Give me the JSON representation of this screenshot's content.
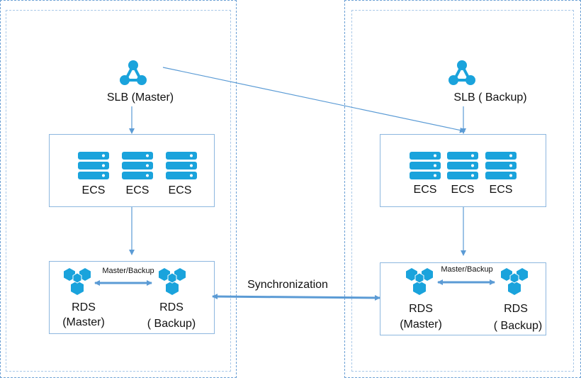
{
  "colors": {
    "accent": "#1aa3dc",
    "arrow": "#5b9bd5",
    "zone_border": "#6a9fd4"
  },
  "left_zone": {
    "slb": {
      "icon": "slb-icon",
      "label": "SLB (Master)"
    },
    "ecs": [
      "ECS",
      "ECS",
      "ECS"
    ],
    "rds_link": "Master/Backup",
    "rds_master": {
      "icon": "rds-icon",
      "line1": "RDS",
      "line2": "(Master)"
    },
    "rds_backup": {
      "icon": "rds-icon",
      "line1": "RDS",
      "line2": "( Backup)"
    }
  },
  "right_zone": {
    "slb": {
      "icon": "slb-icon",
      "label": "SLB ( Backup)"
    },
    "ecs": [
      "ECS",
      "ECS",
      "ECS"
    ],
    "rds_link": "Master/Backup",
    "rds_master": {
      "icon": "rds-icon",
      "line1": "RDS",
      "line2": "(Master)"
    },
    "rds_backup": {
      "icon": "rds-icon",
      "line1": "RDS",
      "line2": "( Backup)"
    }
  },
  "sync_label": "Synchronization"
}
